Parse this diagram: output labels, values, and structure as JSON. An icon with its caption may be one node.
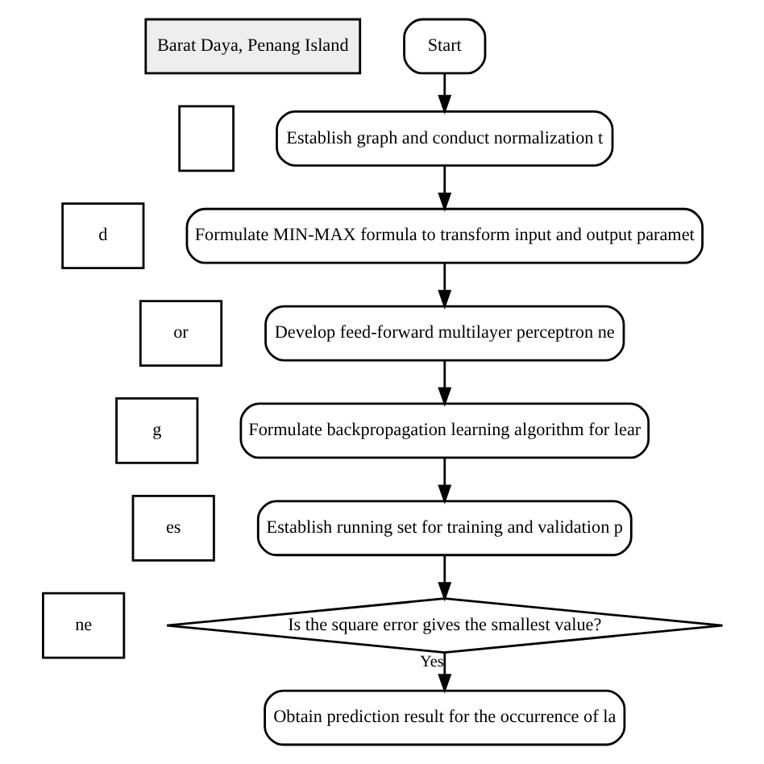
{
  "diagram": {
    "nodes": [
      {
        "text": [
          "Barat Daya, Penang Island"
        ]
      },
      {
        "text": [
          "Start"
        ]
      },
      {
        "text": [
          "Establish graph and conduct normalization t"
        ]
      },
      {
        "text": [
          "Formulate MIN-MAX formula to transform input and output paramet"
        ]
      },
      {
        "text": [
          "Develop feed-forward multilayer perceptron ne"
        ]
      },
      {
        "text": [
          "Formulate backpropagation learning algorithm for lear"
        ]
      },
      {
        "text": [
          "Establish running set for training and validation p"
        ]
      },
      {
        "text": [
          "Is the square error gives the smallest value?"
        ]
      },
      {
        "text": [
          "Obtain prediction result for the occurrence of la"
        ]
      },
      {
        "text": [],
        "shape": "box"
      },
      {
        "text": [
          "d"
        ]
      },
      {
        "text": [
          "or"
        ]
      },
      {
        "text": [
          "g"
        ]
      },
      {
        "text": [
          "es"
        ]
      },
      {
        "text": [
          "ne"
        ]
      }
    ],
    "edges": [
      {
        "from": 1,
        "to": 2,
        "arrow": "to"
      },
      {
        "from": 2,
        "to": 3,
        "arrow": "to"
      },
      {
        "from": 3,
        "to": 4,
        "arrow": "to"
      },
      {
        "from": 4,
        "to": 5,
        "arrow": "to"
      },
      {
        "from": 5,
        "to": 6,
        "arrow": "to"
      },
      {
        "from": 6,
        "to": 7,
        "arrow": "to"
      },
      {
        "from": 7,
        "to": 8,
        "arrow": "to",
        "label": "Yes"
      }
    ]
  }
}
